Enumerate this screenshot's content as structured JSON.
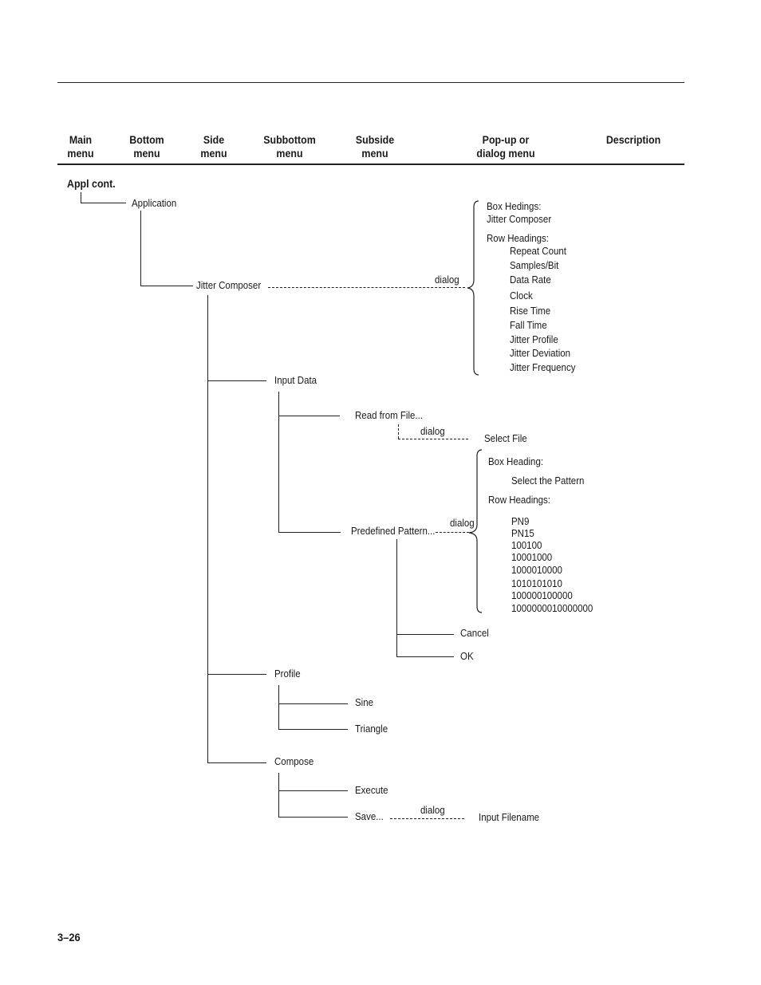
{
  "headers": {
    "main": [
      "Main",
      "menu"
    ],
    "bottom": [
      "Bottom",
      "menu"
    ],
    "side": [
      "Side",
      "menu"
    ],
    "subbottom": [
      "Subbottom",
      "menu"
    ],
    "subside": [
      "Subside",
      "menu"
    ],
    "popup": [
      "Pop-up or",
      "dialog menu"
    ],
    "description": [
      "Description"
    ]
  },
  "section_label": "Appl cont.",
  "nodes": {
    "application": "Application",
    "jitter_composer": "Jitter Composer",
    "input_data": "Input Data",
    "read_from_file": "Read from File...",
    "predefined_pattern": "Predefined Pattern...",
    "cancel": "Cancel",
    "ok": "OK",
    "profile": "Profile",
    "sine": "Sine",
    "triangle": "Triangle",
    "compose": "Compose",
    "execute": "Execute",
    "save": "Save..."
  },
  "dialog_labels": {
    "jitter": "dialog",
    "read_file": "dialog",
    "pattern": "dialog",
    "save": "dialog"
  },
  "jitter_dialog": {
    "box_heading_label": "Box Hedings:",
    "box_heading": "Jitter Composer",
    "row_heading_label": "Row Headings:",
    "rows": [
      "Repeat Count",
      "Samples/Bit",
      "Data Rate",
      "Clock",
      "Rise Time",
      "Fall Time",
      "Jitter Profile",
      "Jitter Deviation",
      "Jitter Frequency"
    ]
  },
  "select_file": "Select File",
  "pattern_dialog": {
    "box_heading_label": "Box Heading:",
    "box_heading": "Select the Pattern",
    "row_heading_label": "Row Headings:",
    "rows": [
      "PN9",
      "PN15",
      "100100",
      "10001000",
      "1000010000",
      "1010101010",
      "100000100000",
      "1000000010000000"
    ]
  },
  "input_filename": "Input Filename",
  "page_number": "3–26"
}
